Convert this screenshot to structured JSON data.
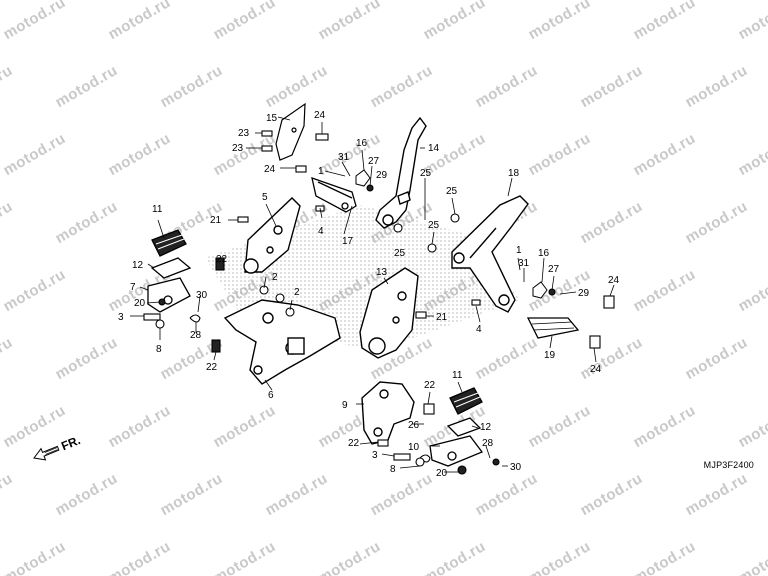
{
  "watermark": "motod.ru",
  "diagram_code": "MJP3F2400",
  "front_indicator": "FR.",
  "callouts": [
    "1",
    "2",
    "3",
    "4",
    "5",
    "6",
    "7",
    "8",
    "9",
    "10",
    "11",
    "12",
    "13",
    "14",
    "15",
    "16",
    "17",
    "18",
    "19",
    "20",
    "21",
    "22",
    "23",
    "24",
    "25",
    "26",
    "27",
    "28",
    "29",
    "30",
    "31"
  ],
  "colors": {
    "line": "#000000",
    "watermark": "#c9c9c9",
    "shade": "#bdbdbd"
  }
}
